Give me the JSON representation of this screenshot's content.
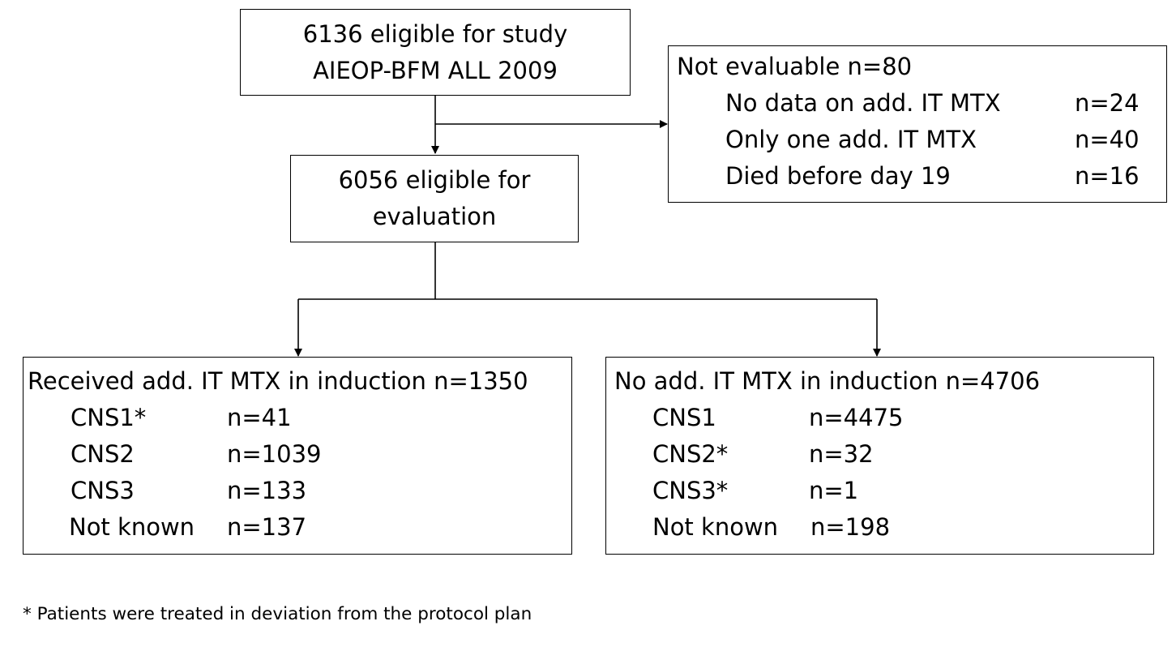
{
  "top_box": {
    "line1": "6136 eligible for study",
    "line2": "AIEOP-BFM ALL 2009"
  },
  "excluded_box": {
    "title": "Not evaluable n=80",
    "rows": [
      {
        "label": "No data on add. IT MTX",
        "count": "n=24"
      },
      {
        "label": "Only one add. IT MTX",
        "count": "n=40"
      },
      {
        "label": "Died before day 19",
        "count": "n=16"
      }
    ]
  },
  "mid_box": {
    "line1": "6056 eligible for",
    "line2": "evaluation"
  },
  "left_box": {
    "title": "Received add. IT MTX in induction n=1350",
    "rows": [
      {
        "label": "CNS1*",
        "count": "n=41"
      },
      {
        "label": "CNS2",
        "count": "n=1039"
      },
      {
        "label": "CNS3",
        "count": "n=133"
      },
      {
        "label": "Not known",
        "count": "n=137"
      }
    ]
  },
  "right_box": {
    "title": "No add. IT MTX in induction n=4706",
    "rows": [
      {
        "label": "CNS1",
        "count": "n=4475"
      },
      {
        "label": "CNS2*",
        "count": "n=32"
      },
      {
        "label": "CNS3*",
        "count": "n=1"
      },
      {
        "label": "Not known",
        "count": "n=198"
      }
    ]
  },
  "footnote": "* Patients were treated in deviation from the protocol plan"
}
